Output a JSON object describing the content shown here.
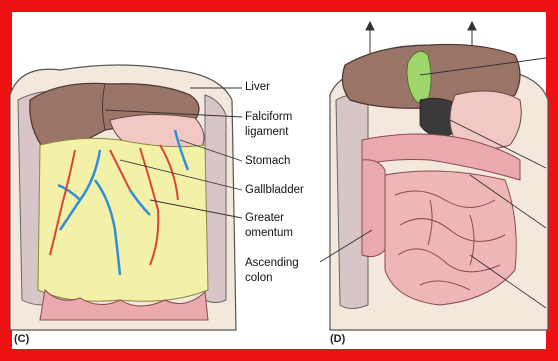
{
  "panels": {
    "left": {
      "label": "(C)"
    },
    "right": {
      "label": "(D)"
    }
  },
  "labels": {
    "liver": "Liver",
    "falciform_1": "Falciform",
    "falciform_2": "ligament",
    "stomach": "Stomach",
    "gallbladder": "Gallbladder",
    "greater_omentum_1": "Greater",
    "greater_omentum_2": "omentum",
    "ascending_colon_1": "Ascending",
    "ascending_colon_2": "colon"
  },
  "colors": {
    "frame": "#ee1111",
    "liver": "#9a7466",
    "omentum": "#f3f0a8",
    "intestine": "#e9a9ad",
    "gallbladder": "#9fd66c"
  }
}
